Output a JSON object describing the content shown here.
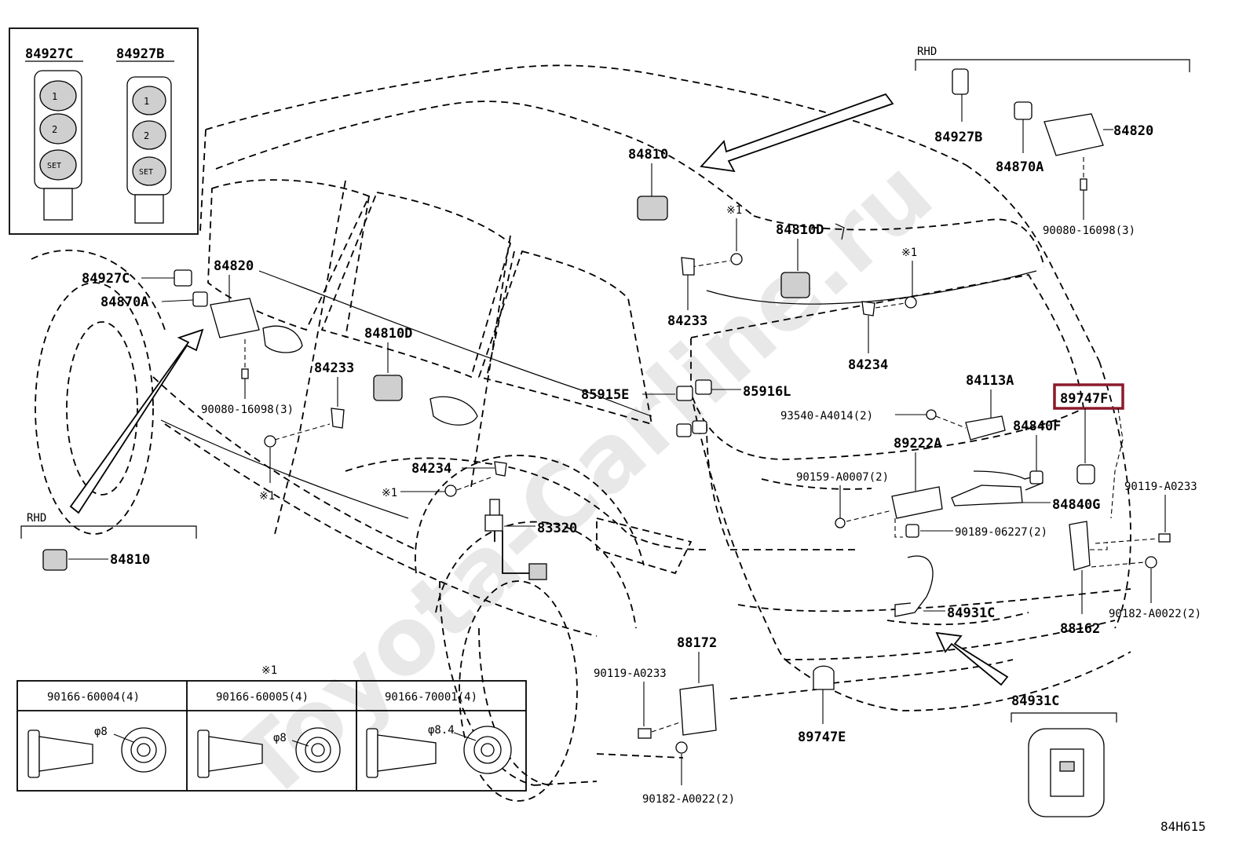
{
  "inset_switches": {
    "label_left": "84927C",
    "label_right": "84927B",
    "button_texts": [
      "1",
      "2",
      "SET"
    ]
  },
  "rhd_group_top": {
    "header": "RHD",
    "parts": [
      "84927B",
      "84870A",
      "84820",
      "90080-16098(3)"
    ]
  },
  "rhd_group_left": {
    "header": "RHD",
    "part": "84810"
  },
  "bolt_table": {
    "marker": "※1",
    "columns": [
      {
        "part": "90166-60004(4)",
        "diameter": "φ8"
      },
      {
        "part": "90166-60005(4)",
        "diameter": "φ8"
      },
      {
        "part": "90166-70001(4)",
        "diameter": "φ8.4"
      }
    ]
  },
  "switch_inset": {
    "part": "84931C"
  },
  "callouts": {
    "p84810_top": "84810",
    "ref1_a": "※1",
    "p84810d_right": "84810D",
    "ref1_b": "※1",
    "p84233_right": "84233",
    "p84234_right": "84234",
    "p84927c": "84927C",
    "p84820_left": "84820",
    "p84870a_left": "84870A",
    "p84810d_mid": "84810D",
    "p84233_left": "84233",
    "p90080_left": "90080-16098(3)",
    "ref1_c": "※1",
    "p84234_left": "84234",
    "ref1_d": "※1",
    "p83320": "83320",
    "p85915e": "85915E",
    "p85916l": "85916L",
    "p84113a": "84113A",
    "p93540": "93540-A4014(2)",
    "p89747f": "89747F",
    "p84840f": "84840F",
    "p89222a": "89222A",
    "p90159": "90159-A0007(2)",
    "p84840g": "84840G",
    "p90119_right": "90119-A0233",
    "p90189": "90189-06227(2)",
    "p84931c": "84931C",
    "p88162": "88162",
    "p90182_right": "90182-A0022(2)",
    "p88172": "88172",
    "p90119_mid": "90119-A0233",
    "p89747e": "89747E",
    "p90182_bottom": "90182-A0022(2)"
  },
  "highlighted_part": "89747F",
  "highlight_color": "#8b1a2b",
  "diagram_code": "84H615",
  "watermark": "Toyota-Carline.ru"
}
